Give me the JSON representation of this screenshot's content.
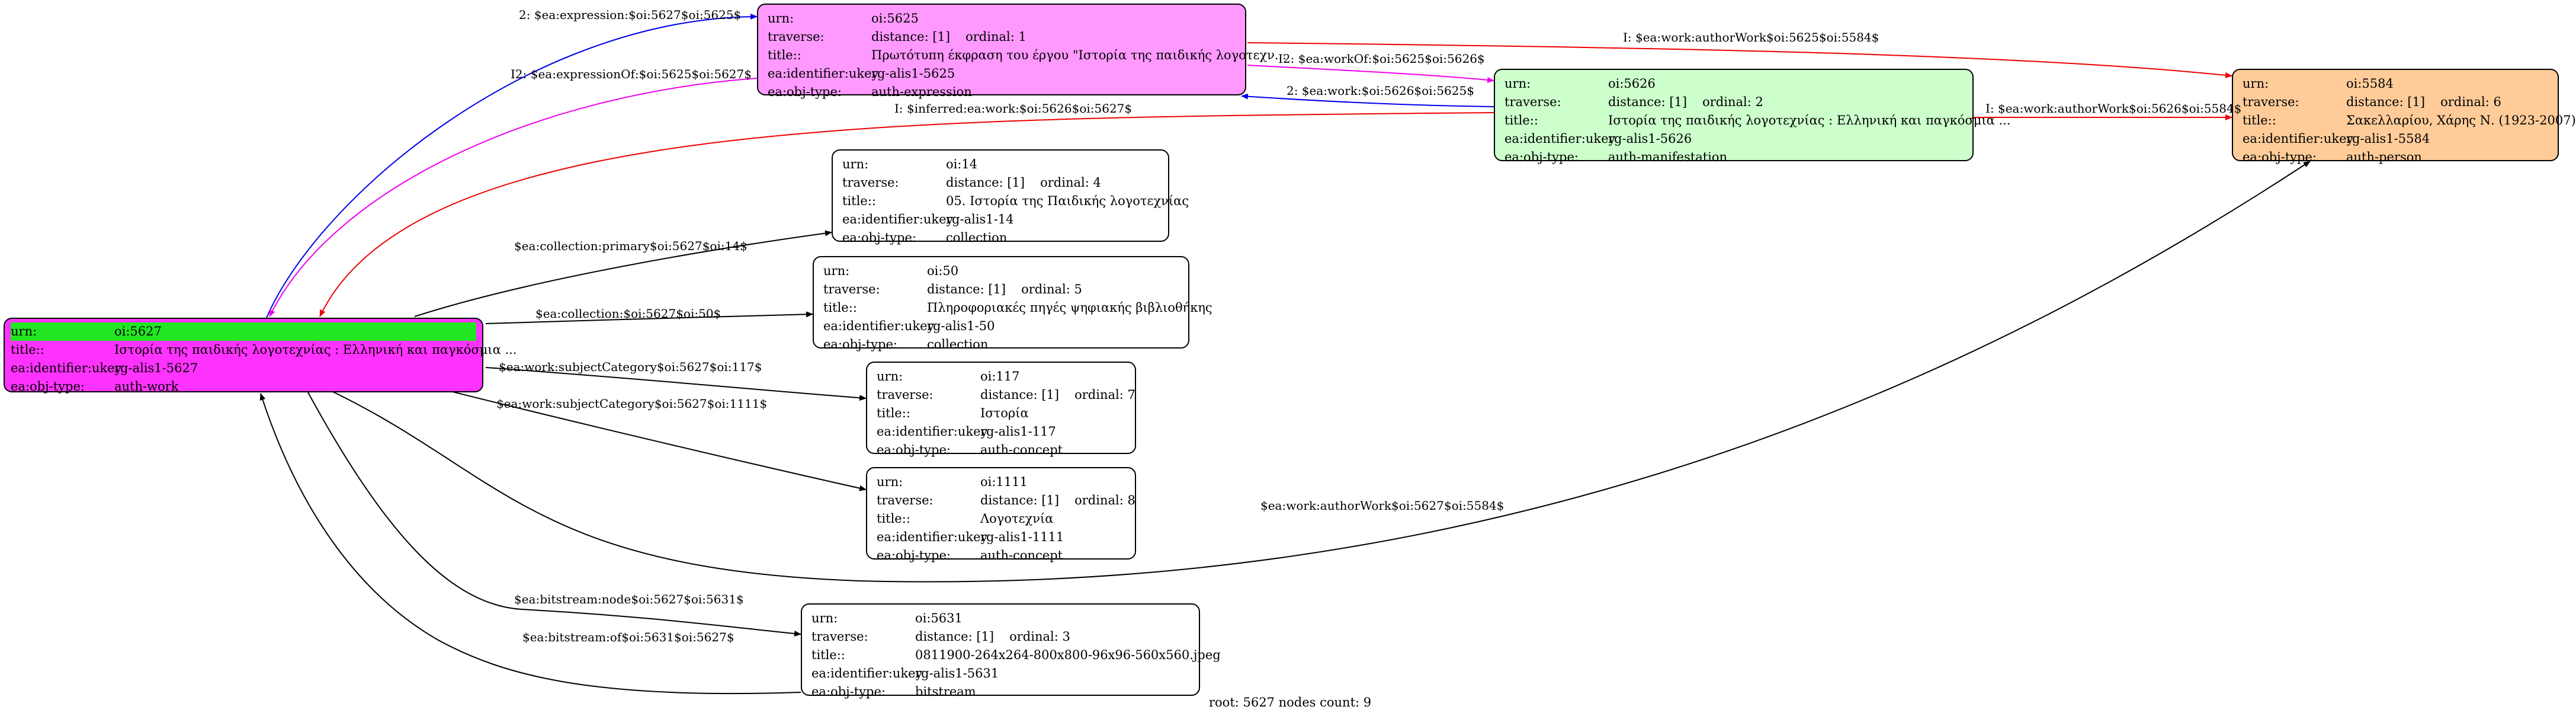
{
  "colors": {
    "root_fill": "#ff33ff",
    "root_urn_highlight": "#22e622",
    "expression_fill": "#ff99ff",
    "manifestation_fill": "#ccffcc",
    "person_fill": "#ffcc99",
    "plain_fill": "#ffffff",
    "edge_blue": "#0000ee",
    "edge_magenta": "#ee00ee",
    "edge_red": "#ee0000",
    "edge_black": "#000000"
  },
  "nodes": {
    "n5627": {
      "urn_key": "urn:",
      "urn_val": "oi:5627",
      "title_key": "title::",
      "title_val": "Ιστορία της παιδικής λογοτεχνίας : Ελληνική και παγκόσμια ...",
      "ukey_key": "ea:identifier:ukey",
      "ukey_val": "rg-alis1-5627",
      "type_key": "ea:obj-type:",
      "type_val": "auth-work"
    },
    "n5625": {
      "urn_key": "urn:",
      "urn_val": "oi:5625",
      "trav_key": "traverse:",
      "distance": "distance: [1]",
      "ordinal": "ordinal: 1",
      "title_key": "title::",
      "title_val": "Πρωτότυπη έκφραση του έργου \"Ιστορία της παιδικής λογοτεχν...",
      "ukey_key": "ea:identifier:ukey",
      "ukey_val": "rg-alis1-5625",
      "type_key": "ea:obj-type:",
      "type_val": "auth-expression"
    },
    "n5626": {
      "urn_key": "urn:",
      "urn_val": "oi:5626",
      "trav_key": "traverse:",
      "distance": "distance: [1]",
      "ordinal": "ordinal: 2",
      "title_key": "title::",
      "title_val": "Ιστορία της παιδικής λογοτεχνίας : Ελληνική και παγκόσμια ...",
      "ukey_key": "ea:identifier:ukey",
      "ukey_val": "rg-alis1-5626",
      "type_key": "ea:obj-type:",
      "type_val": "auth-manifestation"
    },
    "n5584": {
      "urn_key": "urn:",
      "urn_val": "oi:5584",
      "trav_key": "traverse:",
      "distance": "distance: [1]",
      "ordinal": "ordinal: 6",
      "title_key": "title::",
      "title_val": "Σακελλαρίου, Χάρης Ν. (1923-2007)",
      "ukey_key": "ea:identifier:ukey",
      "ukey_val": "rg-alis1-5584",
      "type_key": "ea:obj-type:",
      "type_val": "auth-person"
    },
    "n14": {
      "urn_key": "urn:",
      "urn_val": "oi:14",
      "trav_key": "traverse:",
      "distance": "distance: [1]",
      "ordinal": "ordinal: 4",
      "title_key": "title::",
      "title_val": "05. Ιστορία της Παιδικής λογοτεχνίας",
      "ukey_key": "ea:identifier:ukey",
      "ukey_val": "rg-alis1-14",
      "type_key": "ea:obj-type:",
      "type_val": "collection"
    },
    "n50": {
      "urn_key": "urn:",
      "urn_val": "oi:50",
      "trav_key": "traverse:",
      "distance": "distance: [1]",
      "ordinal": "ordinal: 5",
      "title_key": "title::",
      "title_val": "Πληροφοριακές πηγές ψηφιακής βιβλιοθήκης",
      "ukey_key": "ea:identifier:ukey",
      "ukey_val": "rg-alis1-50",
      "type_key": "ea:obj-type:",
      "type_val": "collection"
    },
    "n117": {
      "urn_key": "urn:",
      "urn_val": "oi:117",
      "trav_key": "traverse:",
      "distance": "distance: [1]",
      "ordinal": "ordinal: 7",
      "title_key": "title::",
      "title_val": "Ιστορία",
      "ukey_key": "ea:identifier:ukey",
      "ukey_val": "rg-alis1-117",
      "type_key": "ea:obj-type:",
      "type_val": "auth-concept"
    },
    "n1111": {
      "urn_key": "urn:",
      "urn_val": "oi:1111",
      "trav_key": "traverse:",
      "distance": "distance: [1]",
      "ordinal": "ordinal: 8",
      "title_key": "title::",
      "title_val": "Λογοτεχνία",
      "ukey_key": "ea:identifier:ukey",
      "ukey_val": "rg-alis1-1111",
      "type_key": "ea:obj-type:",
      "type_val": "auth-concept"
    },
    "n5631": {
      "urn_key": "urn:",
      "urn_val": "oi:5631",
      "trav_key": "traverse:",
      "distance": "distance: [1]",
      "ordinal": "ordinal: 3",
      "title_key": "title::",
      "title_val": "0811900-264x264-800x800-96x96-560x560.jpeg",
      "ukey_key": "ea:identifier:ukey",
      "ukey_val": "rg-alis1-5631",
      "type_key": "ea:obj-type:",
      "type_val": "bitstream"
    }
  },
  "edges": {
    "e_expression": "2: $ea:expression:$oi:5627$oi:5625$",
    "e_expression_of": "I2: $ea:expressionOf:$oi:5625$oi:5627$",
    "e_author_work_5625": "I: $ea:work:authorWork$oi:5625$oi:5584$",
    "e_work_of": "I2: $ea:workOf:$oi:5625$oi:5626$",
    "e_work": "2: $ea:work:$oi:5626$oi:5625$",
    "e_author_work_5626": "I: $ea:work:authorWork$oi:5626$oi:5584$",
    "e_inferred": "I: $inferred:ea:work:$oi:5626$oi:5627$",
    "e_collection_primary": "$ea:collection:primary$oi:5627$oi:14$",
    "e_collection": "$ea:collection:$oi:5627$oi:50$",
    "e_subject_117": "$ea:work:subjectCategory$oi:5627$oi:117$",
    "e_subject_1111": "$ea:work:subjectCategory$oi:5627$oi:1111$",
    "e_author_work_5627": "$ea:work:authorWork$oi:5627$oi:5584$",
    "e_bitstream_node": "$ea:bitstream:node$oi:5627$oi:5631$",
    "e_bitstream_of": "$ea:bitstream:of$oi:5631$oi:5627$"
  },
  "footer": "root: 5627 nodes count: 9"
}
